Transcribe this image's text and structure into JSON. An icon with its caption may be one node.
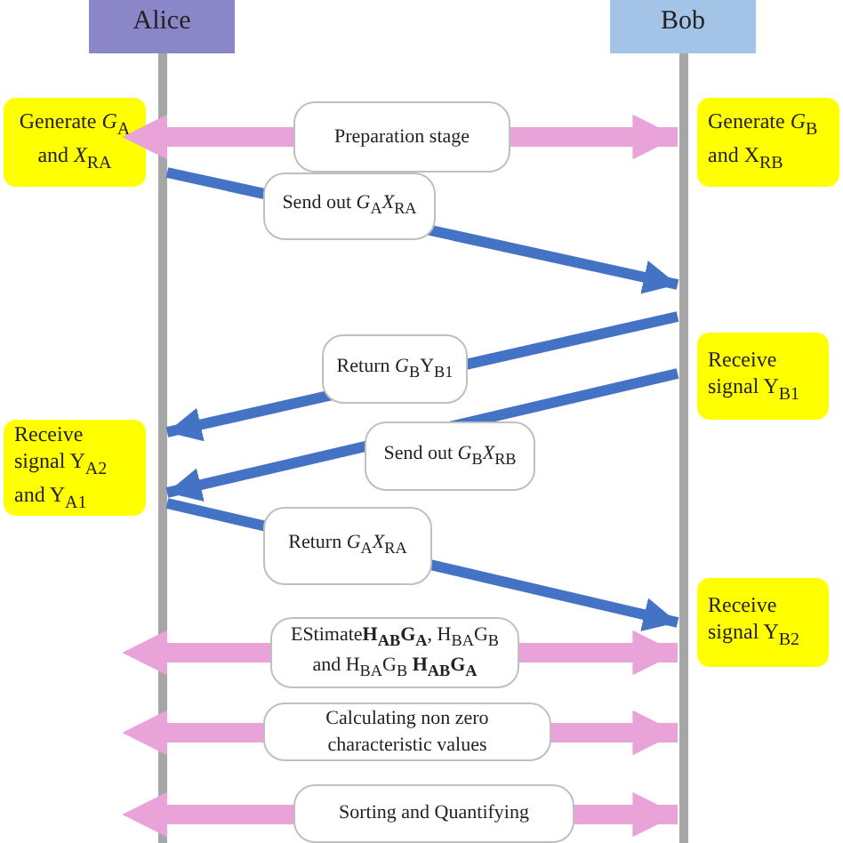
{
  "diagram": {
    "nodes": [
      {
        "text": [
          "Alice"
        ]
      },
      {
        "text": [
          "Bob"
        ]
      },
      {
        "text": [
          "Generate *G*$_{A}$ and *X*$_{RA}$"
        ]
      },
      {
        "text": [
          "Generate *G*$_{B}$ and X$_{RB}$"
        ]
      },
      {
        "text": [
          "Receive signal Y$_{B1}$"
        ]
      },
      {
        "text": [
          "Receive signal Y$_{A2}$ and Y$_{A1}$"
        ]
      },
      {
        "text": [
          "Receive signal Y$_{B2}$"
        ]
      }
    ],
    "edges": [
      {
        "from": 0,
        "to": 1,
        "arrow": "both",
        "label": "Preparation stage",
        "style": "thick",
        "color": "#e9a3d9"
      },
      {
        "from": 0,
        "to": 1,
        "arrow": "to",
        "label": "Send out *G*$_{A}$*X*$_{RA}$",
        "color": "#4472c4"
      },
      {
        "from": 1,
        "to": 0,
        "arrow": "to",
        "label": "Return *G*$_{B}$Y$_{B1}$",
        "color": "#4472c4"
      },
      {
        "from": 1,
        "to": 0,
        "arrow": "to",
        "label": "Send out *G*$_{B}$*X*$_{RB}$",
        "color": "#4472c4"
      },
      {
        "from": 0,
        "to": 1,
        "arrow": "to",
        "label": "Return *G*$_{A}$*X*$_{RA}$",
        "color": "#4472c4"
      },
      {
        "from": 0,
        "to": 1,
        "arrow": "both",
        "label": "EStimate**H$_{AB}$G$_{A}$**, H$_{BA}$G$_{B}$ and H$_{BA}$G$_{B}$ **H$_{AB}$G$_{A}$**",
        "style": "thick",
        "color": "#e9a3d9"
      },
      {
        "from": 0,
        "to": 1,
        "arrow": "both",
        "label": "Calculating non zero characteristic values",
        "style": "thick",
        "color": "#e9a3d9"
      },
      {
        "from": 0,
        "to": 1,
        "arrow": "both",
        "label": "Sorting and Quantifying",
        "style": "thick",
        "color": "#e9a3d9"
      }
    ]
  }
}
